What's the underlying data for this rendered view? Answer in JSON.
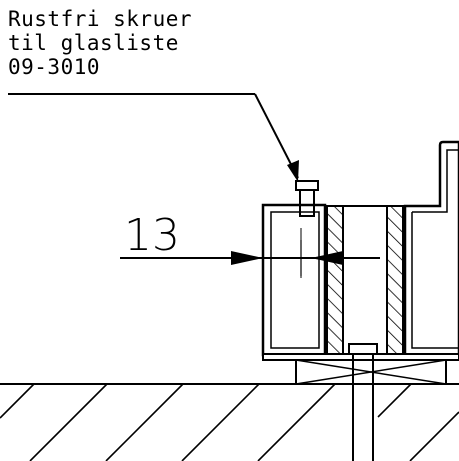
{
  "callout": {
    "line1": "Rustfri skruer",
    "line2": "til glasliste",
    "line3": "09-3010"
  },
  "dimension": {
    "value": "13"
  }
}
